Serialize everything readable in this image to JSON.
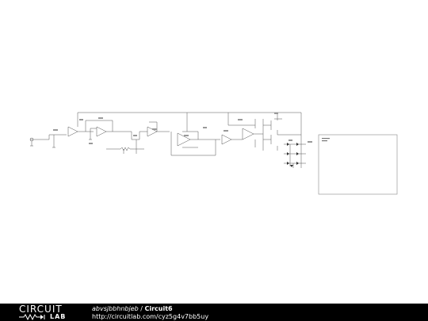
{
  "footer": {
    "logo_top": "CIRCUIT",
    "logo_bottom": "LAB",
    "user": "abvsjbbhnbjeb",
    "separator": " / ",
    "circuit_name": "Circuit6",
    "url": "http://circuitlab.com/cyz5g4v7bb5uy"
  },
  "colors": {
    "wire": "#555555",
    "background": "#ffffff",
    "footer_bg": "#000000",
    "footer_text": "#ffffff"
  },
  "icons": [
    "resistor-zigzag-icon"
  ]
}
